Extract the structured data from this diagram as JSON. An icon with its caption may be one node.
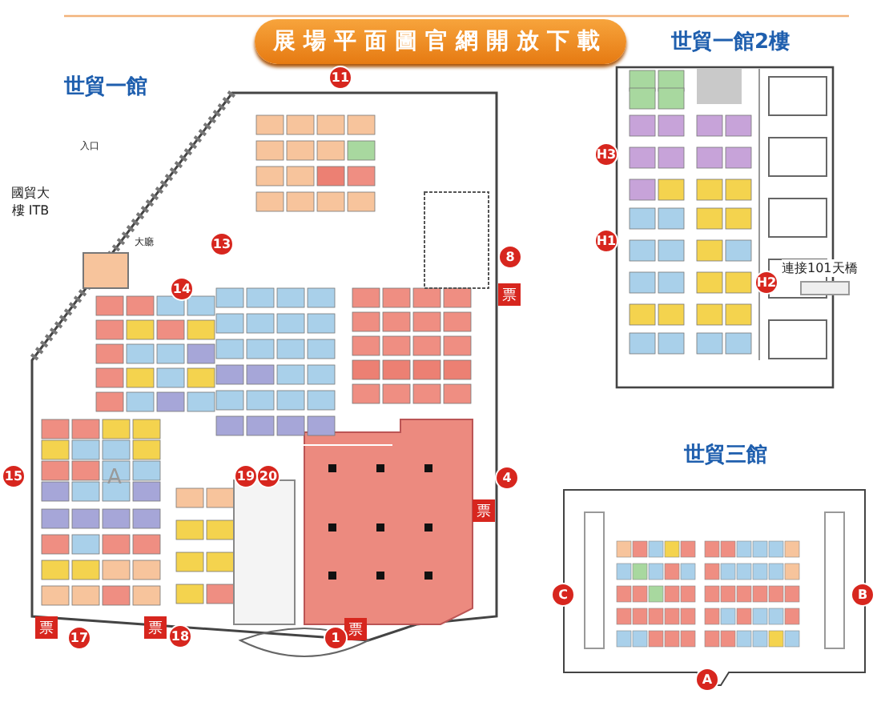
{
  "diagram": {
    "nodes": [
      {
        "text": [
          "展場平面圖官網開放下載"
        ]
      },
      {
        "text": [
          "11"
        ]
      },
      {
        "text": [
          "H3"
        ]
      },
      {
        "text": [
          "13"
        ]
      },
      {
        "text": [
          "H1"
        ]
      },
      {
        "text": [
          "8"
        ]
      },
      {
        "text": [
          "14"
        ]
      },
      {
        "text": [
          "H2"
        ]
      },
      {
        "text": [
          "票"
        ]
      },
      {
        "text": [
          "15"
        ]
      },
      {
        "text": [
          "19"
        ]
      },
      {
        "text": [
          "20"
        ]
      },
      {
        "text": [
          "4"
        ]
      },
      {
        "text": [
          "票"
        ]
      },
      {
        "text": [
          "C"
        ]
      },
      {
        "text": [
          "B"
        ]
      },
      {
        "text": [
          "票"
        ]
      },
      {
        "text": [
          "17"
        ]
      },
      {
        "text": [
          "票"
        ]
      },
      {
        "text": [
          "18"
        ]
      },
      {
        "text": [
          "票"
        ]
      },
      {
        "text": [
          "1"
        ]
      },
      {
        "text": [
          "A"
        ]
      }
    ],
    "labels": [
      "世貿一館2樓",
      "世貿一館",
      "國貿大樓 ITB",
      "入口",
      "大廳",
      "連接101天橋",
      "A",
      "世貿三館"
    ]
  }
}
